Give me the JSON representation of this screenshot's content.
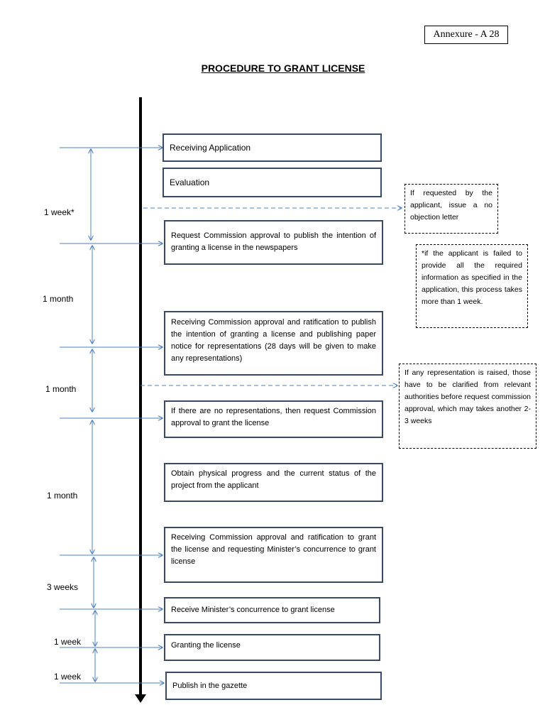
{
  "header": {
    "annexure": "Annexure - A 28",
    "title": "PROCEDURE TO GRANT LICENSE"
  },
  "colors": {
    "arrow": "#4f81bd",
    "box_border": "#3a4a66",
    "timeline": "#000000"
  },
  "steps": [
    "Receiving Application",
    "Evaluation",
    "Request Commission approval to publish the intention of granting a license in the newspapers",
    "Receiving Commission approval and ratification to publish the intention of granting a license and publishing paper notice for representations (28 days will be given to make any representations)",
    "If there are no representations, then request Commission approval to grant the license",
    "Obtain physical progress and the current status of the project from the applicant",
    "Receiving Commission approval and ratification to grant the license and requesting Minister’s concurrence to grant license",
    "Receive Minister’s concurrence to grant license",
    "Granting the license",
    "Publish in the gazette"
  ],
  "durations": [
    "1 week*",
    "1 month",
    "1 month",
    "1 month",
    "3 weeks",
    "1 week",
    "1 week"
  ],
  "notes": [
    "If requested by the applicant, issue a no objection letter",
    "*if the applicant is failed to provide all the required information as specified in the application, this process takes more than 1 week.",
    "If any representation is raised, those have to be clarified from relevant authorities before request commission approval, which may takes another 2-3 weeks"
  ]
}
